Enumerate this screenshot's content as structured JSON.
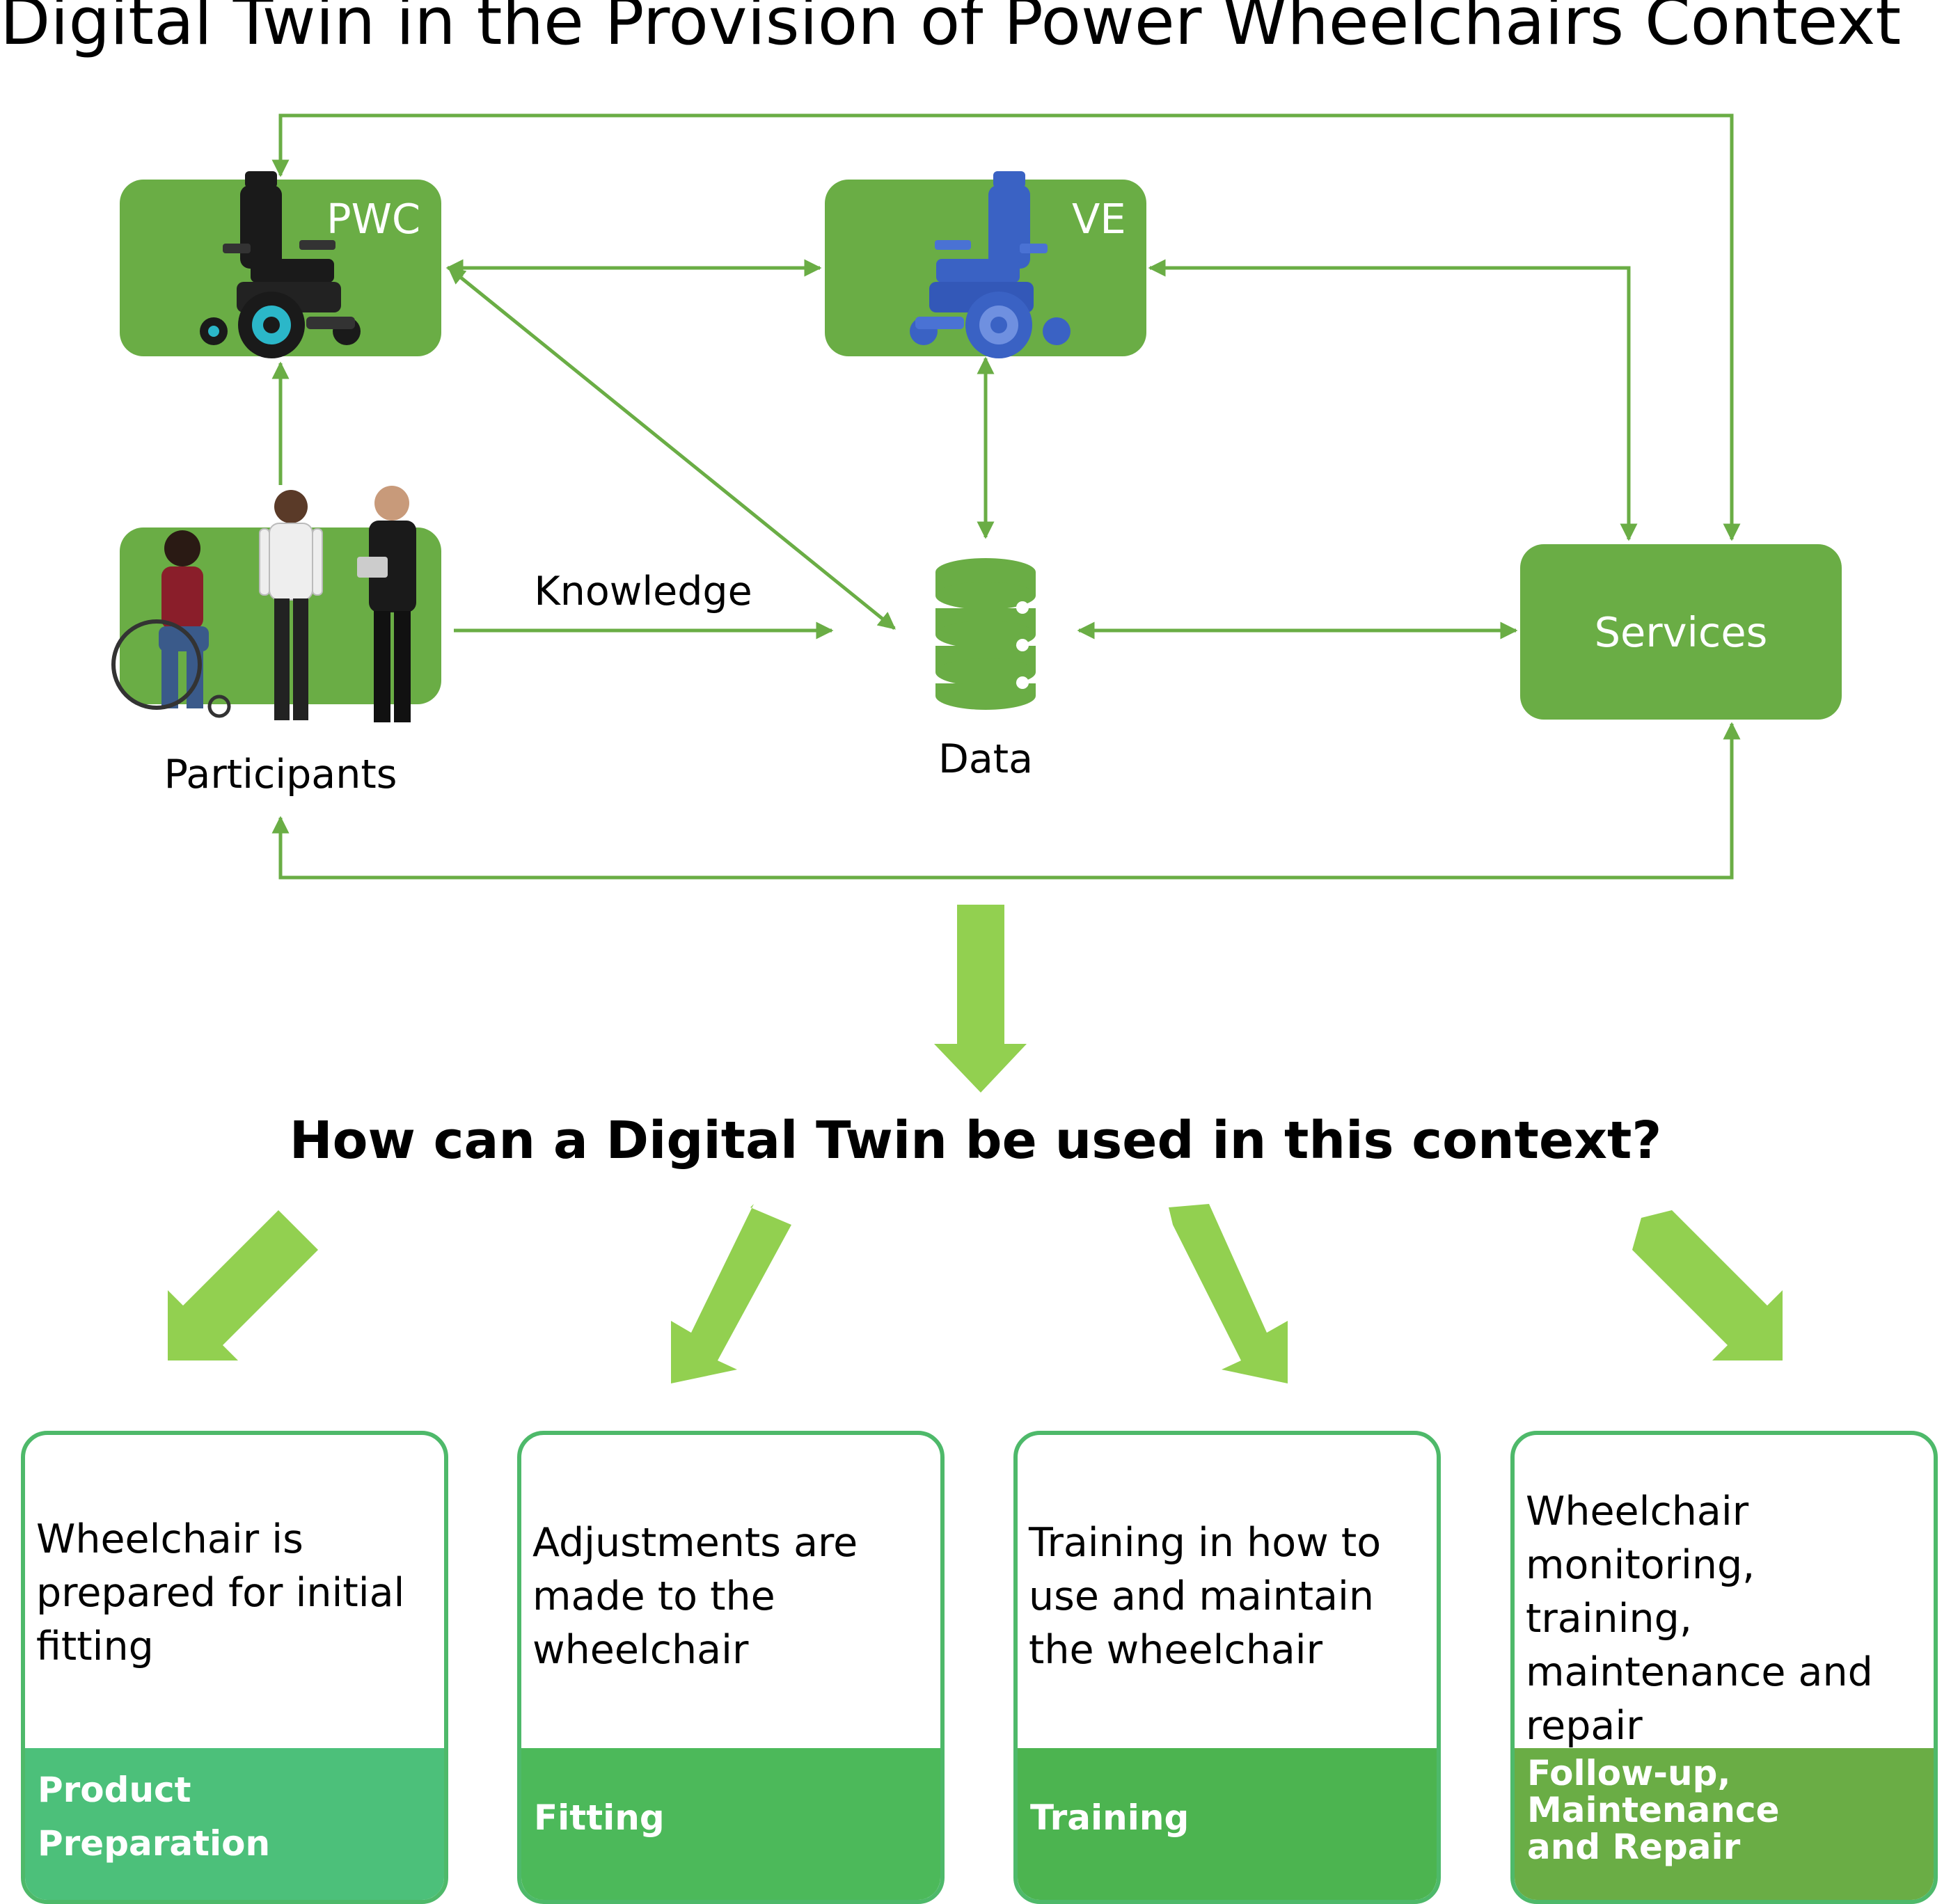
{
  "title": "Digital Twin in the Provision of Power Wheelchairs Context",
  "nodes": {
    "pwc": "PWC",
    "ve": "VE",
    "services": "Services",
    "participants": "Participants",
    "data": "Data"
  },
  "edge_labels": {
    "knowledge": "Knowledge"
  },
  "question": "How can a Digital Twin be used in this context?",
  "cards": [
    {
      "description": "Wheelchair is\nprepared for initial\nfitting",
      "heading": "Product\nPreparation"
    },
    {
      "description": "Adjustments are\nmade to the\nwheelchair",
      "heading": "Fitting"
    },
    {
      "description": "Training in how to\nuse and maintain\nthe wheelchair",
      "heading": "Training"
    },
    {
      "description": "Wheelchair\nmonitoring, training,\nmaintenance and\nrepair",
      "heading": "Follow-up,\nMaintenance\nand Repair"
    }
  ],
  "colors": {
    "node_fill": "#6aad45",
    "connector": "#6aad45",
    "big_arrow": "#92d050",
    "card_border": "#4eb96a",
    "band_product_preparation": "#4cc07a",
    "band_fitting": "#4cb95a",
    "band_training": "#4cb450",
    "band_follow_up": "#6aad45",
    "wheelchair_pwc": "#1a1a1a",
    "wheelchair_ve": "#3a62c4"
  },
  "icons": [
    "wheelchair-icon",
    "virtual-wheelchair-icon",
    "participants-icon",
    "database-icon"
  ]
}
